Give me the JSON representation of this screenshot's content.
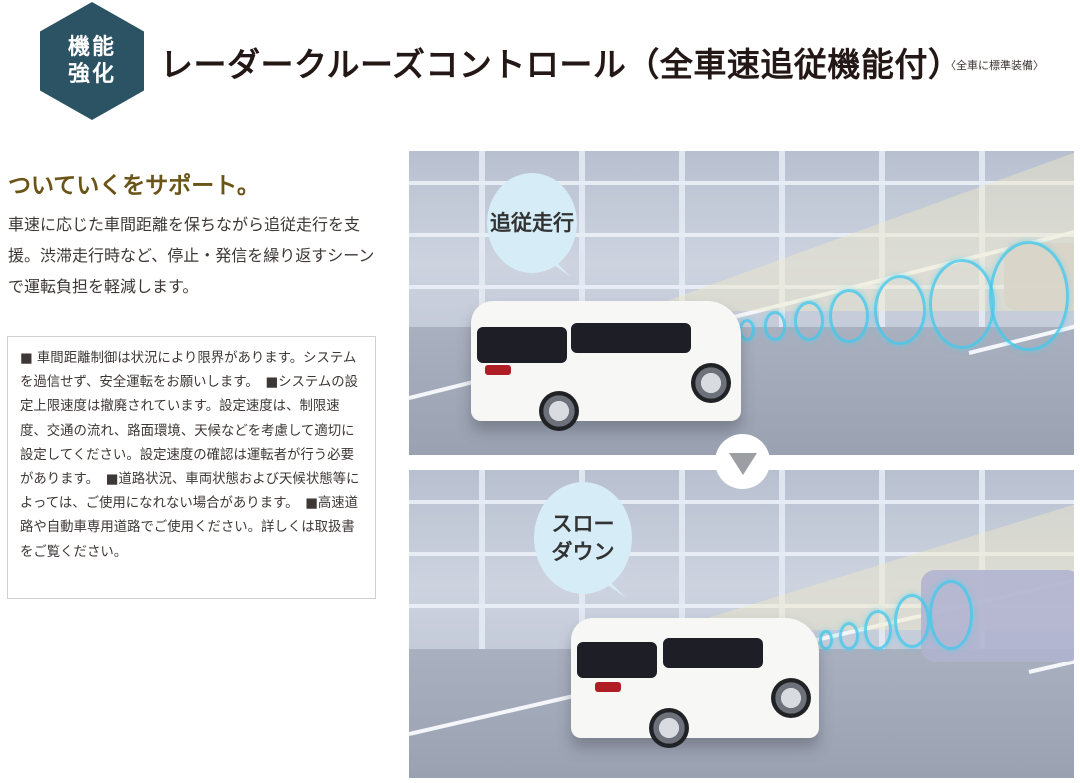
{
  "header": {
    "badge_line1": "機能",
    "badge_line2": "強化",
    "title": "レーダークルーズコントロール（全車速追従機能付）",
    "note": "〈全車に標準装備〉",
    "badge_color": "#2b5364"
  },
  "intro": {
    "lead": "ついていくをサポート。",
    "lead_color": "#6b5418",
    "body": "車速に応じた車間距離を保ちながら追従走行を支援。渋滞走行時など、停止・発信を繰り返すシーンで運転負担を軽減します。"
  },
  "notice": {
    "text": "■ 車間距離制御は状況により限界があります。システムを過信せず、安全運転をお願いします。　■システムの設定上限速度は撤廃されています。設定速度は、制限速度、交通の流れ、路面環境、天候などを考慮して適切に設定してください。設定速度の確認は運転者が行う必要があります。　■道路状況、車両状態および天候状態等によっては、ご使用になれない場合があります。　■高速道路や自動車専用道路でご使用ください。詳しくは取扱書をご覧ください。"
  },
  "illustrations": [
    {
      "label": "追従走行",
      "label_line1": "追従走行",
      "label_line2": ""
    },
    {
      "label": "スローダウン",
      "label_line1": "スロー",
      "label_line2": "ダウン"
    }
  ],
  "divider": {
    "icon": "down-triangle-icon"
  },
  "colors": {
    "bubble": "#d6ecf7",
    "radar_ring": "#46c8eb",
    "road": "#a9b0bf"
  }
}
